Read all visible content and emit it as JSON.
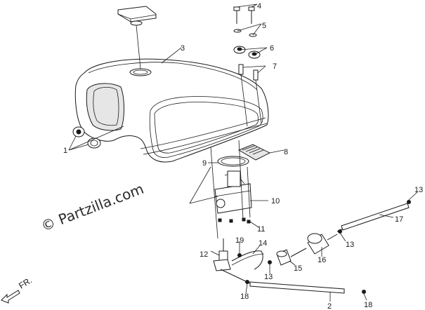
{
  "watermark": "© Partzilla.com",
  "direction_label": "FR.",
  "callouts": {
    "c1": "1",
    "c2": "2",
    "c3": "3",
    "c4": "4",
    "c5": "5",
    "c6": "6",
    "c7": "7",
    "c8": "8",
    "c9": "9",
    "c10": "10",
    "c11": "11",
    "c12": "12",
    "c13a": "13",
    "c13b": "13",
    "c13c": "13",
    "c14": "14",
    "c15": "15",
    "c16": "16",
    "c17": "17",
    "c18a": "18",
    "c18b": "18",
    "c19": "19"
  }
}
